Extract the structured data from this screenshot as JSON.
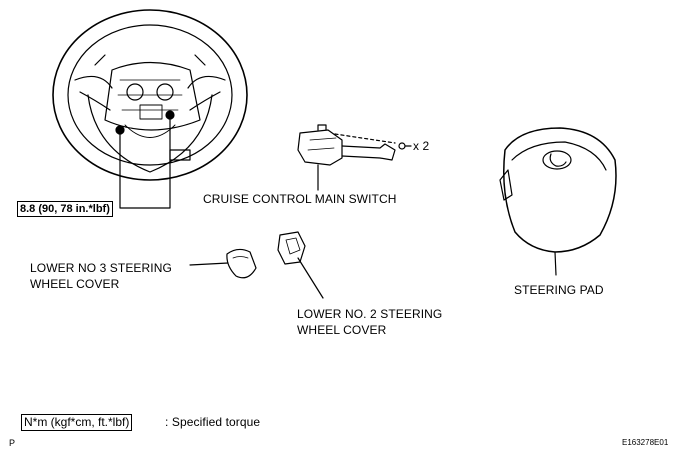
{
  "labels": {
    "torque_spec": "8.8 (90, 78 in.*lbf)",
    "cruise_switch": "CRUISE CONTROL MAIN SWITCH",
    "screw_qty": "x 2",
    "lower_no3_line1": "LOWER NO 3 STEERING",
    "lower_no3_line2": "WHEEL COVER",
    "lower_no2_line1": "LOWER NO. 2 STEERING",
    "lower_no2_line2": "WHEEL COVER",
    "steering_pad": "STEERING PAD"
  },
  "legend": {
    "unit": "N*m (kgf*cm, ft.*lbf)",
    "text": ": Specified torque"
  },
  "footer": {
    "left_code": "P",
    "figure_id": "E163278E01"
  }
}
